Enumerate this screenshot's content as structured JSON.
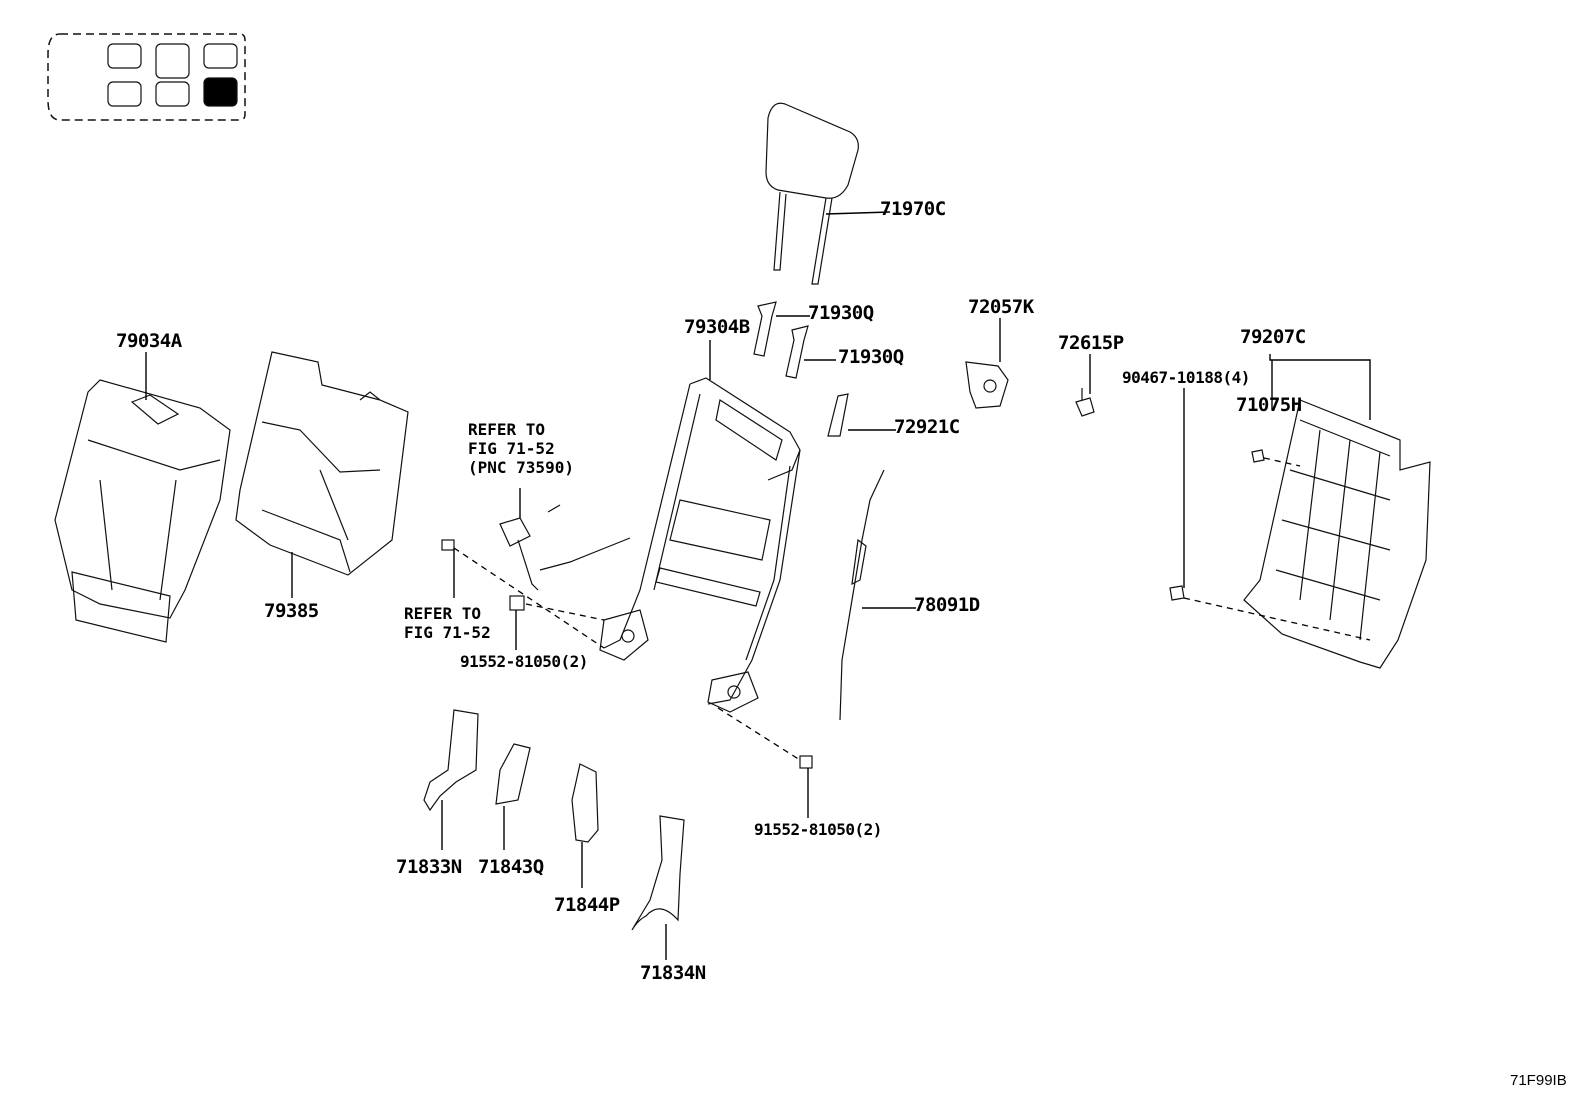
{
  "figure_id": "71F99IB",
  "labels": {
    "p71970C": "71970C",
    "p71930Q_a": "71930Q",
    "p71930Q_b": "71930Q",
    "p79304B": "79304B",
    "p72057K": "72057K",
    "p72615P": "72615P",
    "p79207C": "79207C",
    "p90467": "90467-10188(4)",
    "p71075H": "71075H",
    "p72921C": "72921C",
    "p79034A": "79034A",
    "p79385": "79385",
    "p78091D": "78091D",
    "p91552_a": "91552-81050(2)",
    "p91552_b": "91552-81050(2)",
    "p71833N": "71833N",
    "p71843Q": "71843Q",
    "p71844P": "71844P",
    "p71834N": "71834N"
  },
  "notes": {
    "refer1": [
      "REFER TO",
      "FIG 71-52",
      "(PNC 73590)"
    ],
    "refer2": [
      "REFER TO",
      "FIG 71-52"
    ]
  },
  "seat_locator": {
    "highlighted_position": "third row right",
    "highlight_color": "#000000"
  }
}
